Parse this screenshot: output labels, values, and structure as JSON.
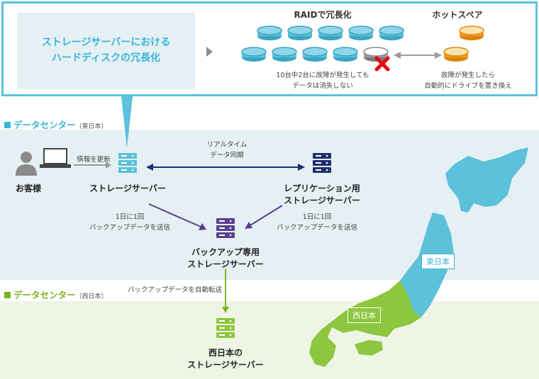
{
  "callout": {
    "title_line1": "ストレージサーバーにおける",
    "title_line2": "ハードディスクの冗長化",
    "raid_title": "RAIDで冗長化",
    "raid_note_line1": "10台中2台に故障が発生しても",
    "raid_note_line2": "データは消失しない",
    "spare_title": "ホットスペア",
    "spare_note_line1": "故障が発生したら",
    "spare_note_line2": "自動的にドライブを置き換え"
  },
  "east": {
    "label": "データセンター",
    "sub": "（東日本）",
    "color": "#3bb4d9",
    "customer": "お客様",
    "update_label": "情報を更新",
    "realtime_line1": "リアルタイム",
    "realtime_line2": "データ同期",
    "storage_server": "ストレージサーバー",
    "replication_line1": "レプリケーション用",
    "replication_line2": "ストレージサーバー",
    "left_send_line1": "1日に1回",
    "left_send_line2": "バックアップデータを送信",
    "right_send_line1": "1日に1回",
    "right_send_line2": "バックアップデータを送信",
    "backup_line1": "バックアップ専用",
    "backup_line2": "ストレージサーバー"
  },
  "west": {
    "label": "データセンター",
    "sub": "（西日本）",
    "color": "#7ab51d",
    "auto_transfer": "バックアップデータを自動転送",
    "server_line1": "西日本の",
    "server_line2": "ストレージサーバー"
  },
  "map": {
    "east_tag": "東日本",
    "west_tag": "西日本",
    "east_color": "#5cc1da",
    "west_color": "#8dc63f"
  },
  "colors": {
    "disk_blue": "#5cc1da",
    "disk_gray": "#9b9b9b",
    "disk_orange": "#f09a1e",
    "fail_red": "#e60012",
    "server_teal": "#5cc1da",
    "server_navy": "#1f2f6e",
    "server_purple": "#5b3f8c",
    "server_green": "#8dc63f"
  }
}
